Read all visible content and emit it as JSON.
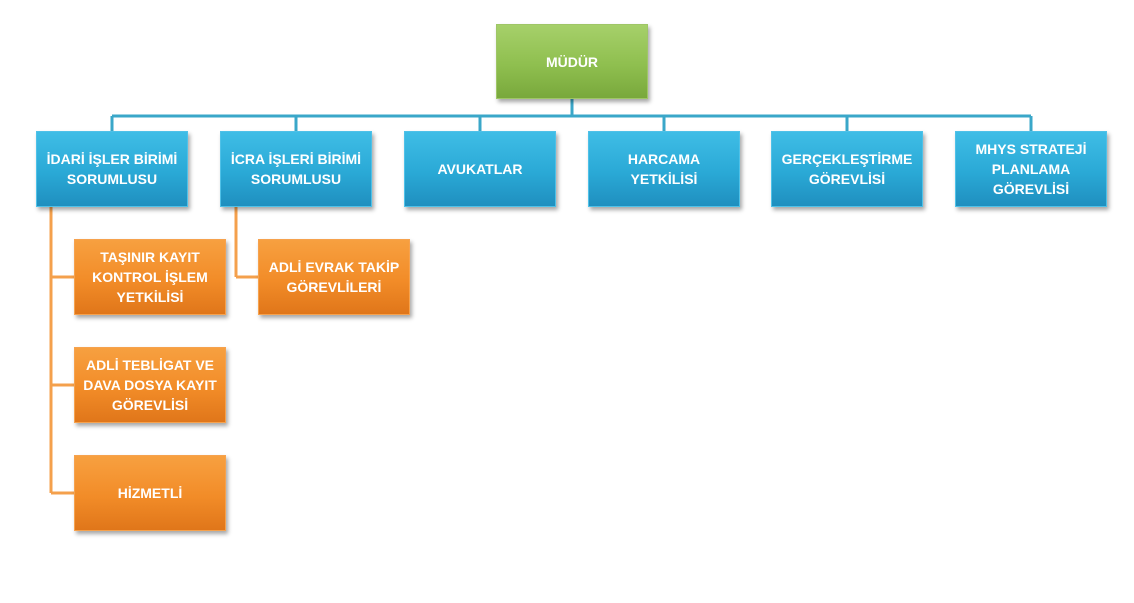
{
  "colors": {
    "root": "#8fbf4f",
    "level1": "#2aa9d6",
    "level2": "#f28c28",
    "connector_blue": "#3aa7c9",
    "connector_orange": "#f4a04c"
  },
  "root": {
    "label": "MÜDÜR"
  },
  "departments": [
    {
      "label": "İDARİ İŞLER BİRİMİ\nSORUMLUSU"
    },
    {
      "label": "İCRA İŞLERİ BİRİMİ\nSORUMLUSU"
    },
    {
      "label": "AVUKATLAR"
    },
    {
      "label": "HARCAMA\nYETKİLİSİ"
    },
    {
      "label": "GERÇEKLEŞTİRME\nGÖREVLİSİ"
    },
    {
      "label": "MHYS STRATEJİ\nPLANLAMA\nGÖREVLİSİ"
    }
  ],
  "idari_children": [
    {
      "label": "TAŞINIR KAYIT\nKONTROL İŞLEM\nYETKİLİSİ"
    },
    {
      "label": "ADLİ TEBLİGAT VE\nDAVA DOSYA KAYIT\nGÖREVLİSİ"
    },
    {
      "label": "HİZMETLİ"
    }
  ],
  "icra_children": [
    {
      "label": "ADLİ EVRAK TAKİP\nGÖREVLİLERİ"
    }
  ]
}
